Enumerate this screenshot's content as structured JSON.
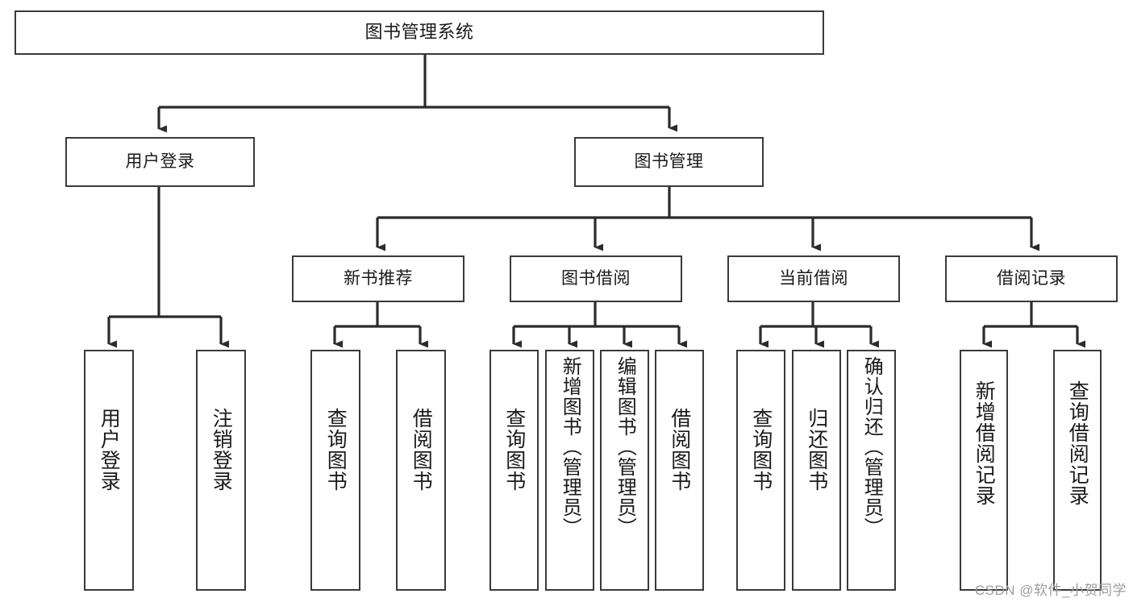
{
  "diagram": {
    "title": "图书管理系统",
    "type": "tree-hierarchy-diagram",
    "watermark": "CSDN @软件_小贺同学",
    "colors": {
      "box_border": "#3a3a3a",
      "box_fill": "#ffffff",
      "connector": "#2b2b2b",
      "text": "#1a1a1a",
      "watermark": "#9d9d9d",
      "background": "#ffffff"
    },
    "levels": {
      "level1": [
        {
          "id": "root",
          "label": "图书管理系统",
          "orientation": "horizontal"
        }
      ],
      "level2": [
        {
          "id": "user-login",
          "label": "用户登录",
          "orientation": "horizontal"
        },
        {
          "id": "book-manage",
          "label": "图书管理",
          "orientation": "horizontal"
        }
      ],
      "level3": [
        {
          "id": "new-book-recommend",
          "label": "新书推荐",
          "orientation": "horizontal"
        },
        {
          "id": "book-borrow",
          "label": "图书借阅",
          "orientation": "horizontal"
        },
        {
          "id": "current-borrow",
          "label": "当前借阅",
          "orientation": "horizontal"
        },
        {
          "id": "borrow-record",
          "label": "借阅记录",
          "orientation": "horizontal"
        }
      ],
      "level4": [
        {
          "id": "leaf-user-login",
          "label": "用户登录",
          "orientation": "vertical",
          "parent": "user-login"
        },
        {
          "id": "leaf-logout-login",
          "label": "注销登录",
          "orientation": "vertical",
          "parent": "user-login"
        },
        {
          "id": "leaf-query-book-1",
          "label": "查询图书",
          "orientation": "vertical",
          "parent": "new-book-recommend"
        },
        {
          "id": "leaf-borrow-book-1",
          "label": "借阅图书",
          "orientation": "vertical",
          "parent": "new-book-recommend"
        },
        {
          "id": "leaf-query-book-2",
          "label": "查询图书",
          "orientation": "vertical",
          "parent": "book-borrow"
        },
        {
          "id": "leaf-add-book",
          "label": "新增图书（管理员）",
          "orientation": "vertical",
          "parent": "book-borrow"
        },
        {
          "id": "leaf-edit-book",
          "label": "编辑图书（管理员）",
          "orientation": "vertical",
          "parent": "book-borrow"
        },
        {
          "id": "leaf-borrow-book-2",
          "label": "借阅图书",
          "orientation": "vertical",
          "parent": "book-borrow"
        },
        {
          "id": "leaf-query-book-3",
          "label": "查询图书",
          "orientation": "vertical",
          "parent": "current-borrow"
        },
        {
          "id": "leaf-return-book",
          "label": "归还图书",
          "orientation": "vertical",
          "parent": "current-borrow"
        },
        {
          "id": "leaf-confirm-return",
          "label": "确认归还（管理员）",
          "orientation": "vertical",
          "parent": "current-borrow"
        },
        {
          "id": "leaf-add-borrow-record",
          "label": "新增借阅记录",
          "orientation": "vertical",
          "parent": "borrow-record"
        },
        {
          "id": "leaf-query-borrow-record",
          "label": "查询借阅记录",
          "orientation": "vertical",
          "parent": "borrow-record"
        }
      ]
    }
  }
}
